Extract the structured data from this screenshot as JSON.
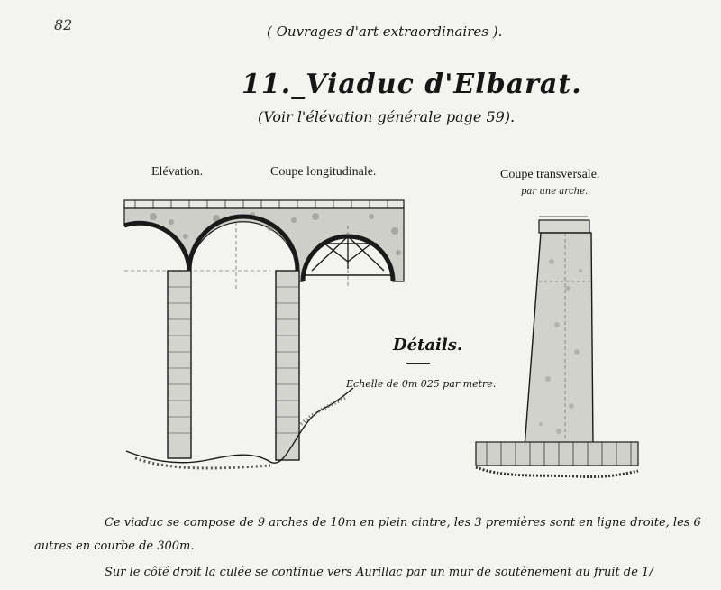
{
  "page_number": "82",
  "section": "( Ouvrages d'art extraordinaires ).",
  "title": "11._Viaduc d'Elbarat.",
  "subtitle": "(Voir l'élévation générale page 59).",
  "labels": {
    "elevation": "Elévation.",
    "coupe_longitudinale": "Coupe longitudinale.",
    "coupe_transversale": "Coupe transversale.",
    "par_arche": "par une arche.",
    "details": "Détails.",
    "echelle": "Echelle de 0m 025 par metre."
  },
  "notes": [
    "Ce viaduc se compose de 9 arches de 10m en plein cintre, les 3 premières sont en ligne droite, les 6",
    "autres en courbe de 300m.",
    "Sur le côté droit la culée se continue vers Aurillac par un mur de soutènement au fruit de 1/"
  ]
}
